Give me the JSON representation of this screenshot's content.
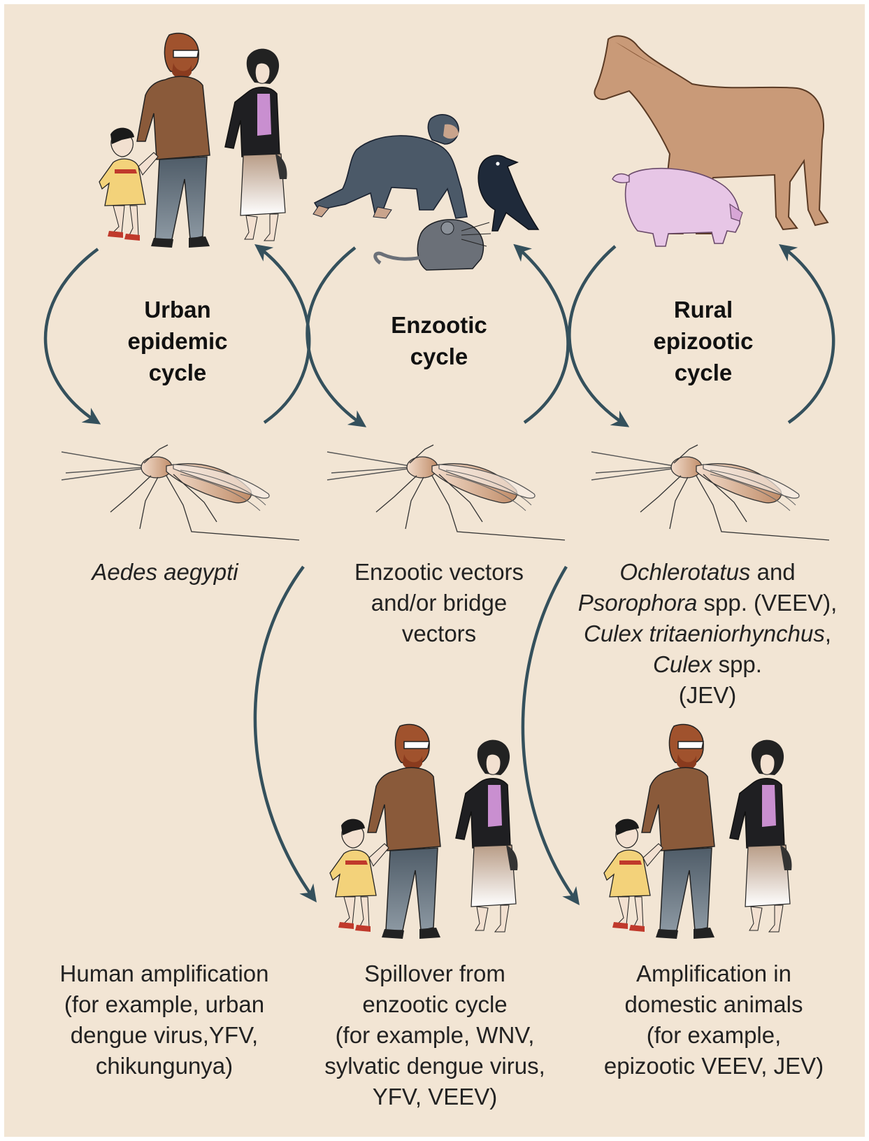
{
  "cycles": {
    "urban": [
      "Urban",
      "epidemic",
      "cycle"
    ],
    "enzootic": [
      "Enzootic",
      "cycle"
    ],
    "rural": [
      "Rural",
      "epizootic",
      "cycle"
    ]
  },
  "vectors": {
    "urban": "Aedes aegypti",
    "enzootic": [
      "Enzootic vectors",
      "and/or bridge",
      "vectors"
    ],
    "rural": {
      "line1_italic": "Ochlerotatus",
      "line1_rest": " and",
      "line2_italic": "Psorophora",
      "line2_rest": " spp. (VEEV),",
      "line3_italic": "Culex tritaeniorhynchus",
      "line3_rest": ",",
      "line4_italic": "Culex",
      "line4_rest": " spp.",
      "line5": "(JEV)"
    }
  },
  "outcomes": {
    "human": [
      "Human amplification",
      "(for example, urban",
      "dengue virus,YFV,",
      "chikungunya)"
    ],
    "spillover": [
      "Spillover from",
      "enzootic cycle",
      "(for example, WNV,",
      "sylvatic dengue virus,",
      "YFV, VEEV)"
    ],
    "domestic": [
      "Amplification in",
      "domestic animals",
      "(for example,",
      "epizootic VEEV, JEV)"
    ]
  },
  "colors": {
    "background": "#f2e5d4",
    "arrow": "#34505c",
    "jacket": "#8a5a3a",
    "mosquito": "#c89a78",
    "horse": "#c99a78",
    "pig": "#e7c6e6",
    "chimp": "#4b5968",
    "crow": "#1f2a3a",
    "mouse": "#6b7078"
  }
}
